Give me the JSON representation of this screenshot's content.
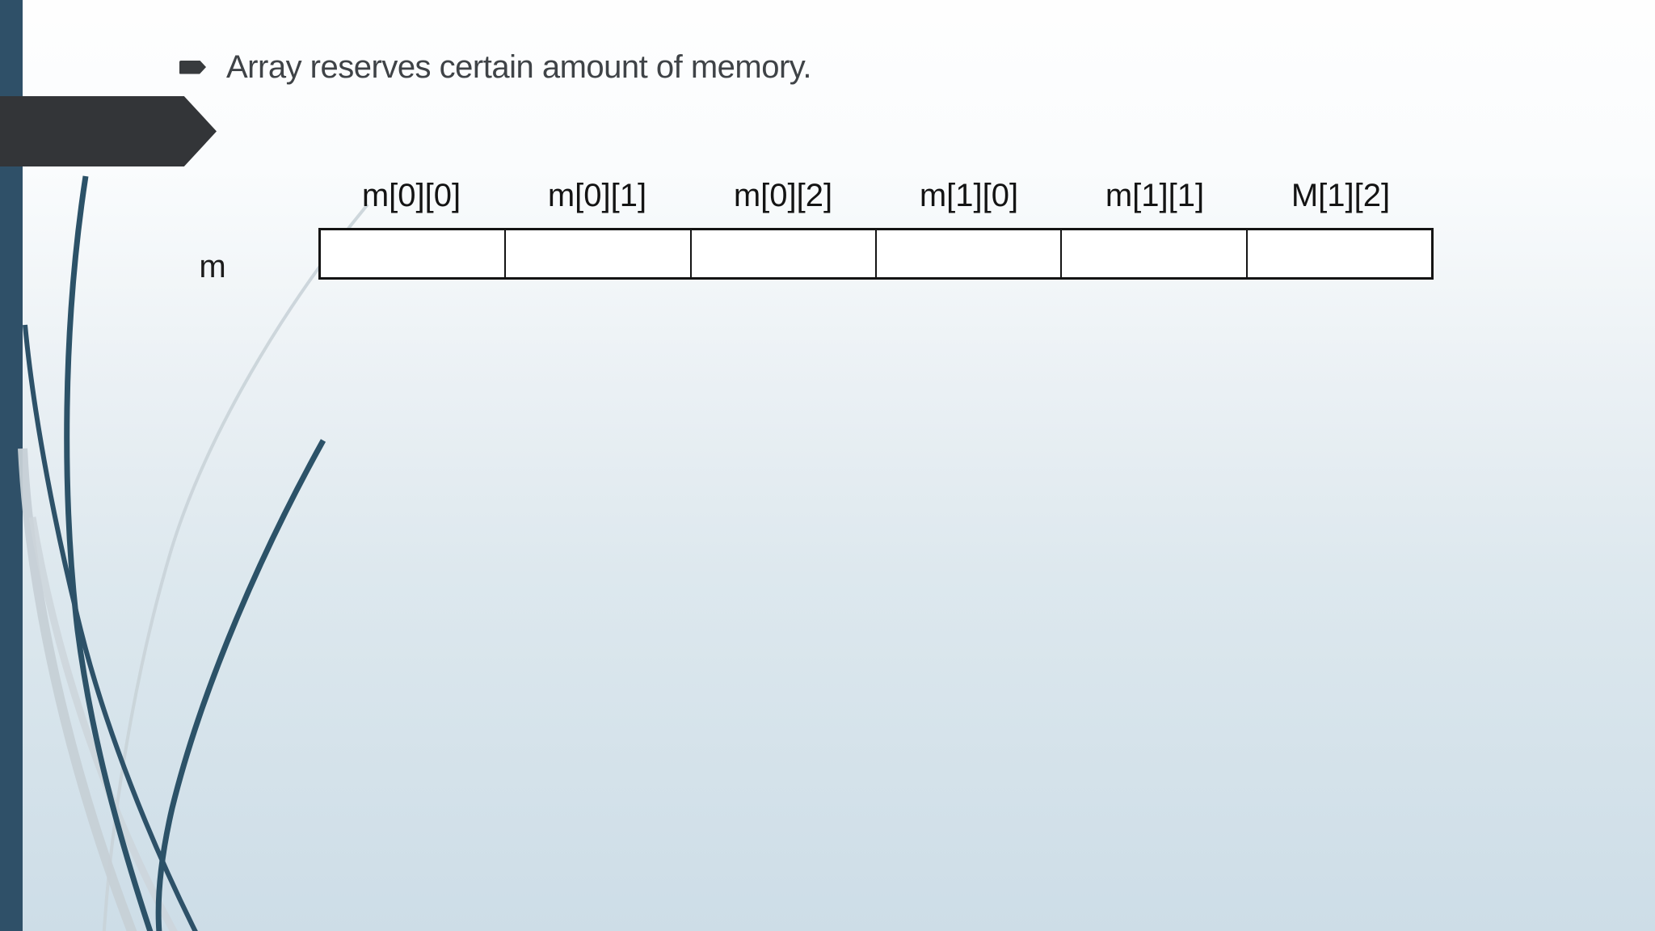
{
  "slide": {
    "bullet_text": "Array reserves certain amount of memory.",
    "diagram": {
      "array_name": "m",
      "cell_labels": [
        "m[0][0]",
        "m[0][1]",
        "m[0][2]",
        "m[1][0]",
        "m[1][1]",
        "M[1][2]"
      ],
      "cell_values": [
        "",
        "",
        "",
        "",
        "",
        ""
      ],
      "cell_count": 6
    },
    "colors": {
      "accent_bar": "#2f5068",
      "banner_arrow": "#333538",
      "bullet_glyph": "#383b3e",
      "text": "#3f4347",
      "cell_border": "#141414",
      "cell_fill": "#ffffff",
      "curve_dark": "#2c5268",
      "curve_light": "#c6d0d6",
      "background_top": "#fefefe",
      "background_bottom": "#cddde7"
    }
  }
}
